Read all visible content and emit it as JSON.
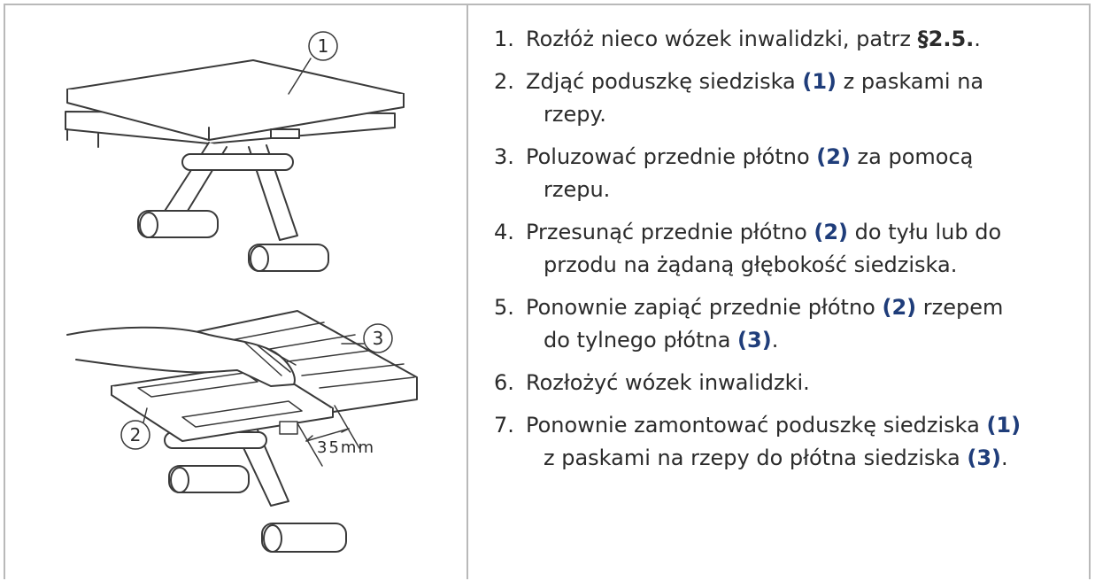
{
  "figure": {
    "callouts": {
      "c1": "1",
      "c2": "2",
      "c3": "3"
    },
    "dimension": "35mm"
  },
  "colors": {
    "reference": "#1f3d7a",
    "text": "#2b2b2b",
    "border": "#b9b9b9"
  },
  "steps": [
    {
      "n": "1.",
      "a": "Rozłóż nieco wózek inwalidzki, patrz ",
      "ref": "§2.5.",
      "b": "."
    },
    {
      "n": "2.",
      "a": "Zdjąć poduszkę siedziska ",
      "ref": "(1)",
      "b": " z paskami na",
      "c": "rzepy."
    },
    {
      "n": "3.",
      "a": "Poluzować przednie płótno ",
      "ref": "(2)",
      "b": " za pomocą",
      "c": "rzepu."
    },
    {
      "n": "4.",
      "a": "Przesunąć przednie płótno ",
      "ref": "(2)",
      "b": " do tyłu lub do",
      "c": "przodu na żądaną głębokość siedziska."
    },
    {
      "n": "5.",
      "a": "Ponownie zapiąć przednie płótno ",
      "ref": "(2)",
      "b": " rzepem",
      "c": "do tylnego płótna ",
      "ref2": "(3)",
      "d": "."
    },
    {
      "n": "6.",
      "a": "Rozłożyć wózek inwalidzki."
    },
    {
      "n": "7.",
      "a": "Ponownie zamontować poduszkę siedziska ",
      "ref": "(1)",
      "c": "z paskami na rzepy do płótna siedziska ",
      "ref2": "(3)",
      "d": "."
    }
  ]
}
